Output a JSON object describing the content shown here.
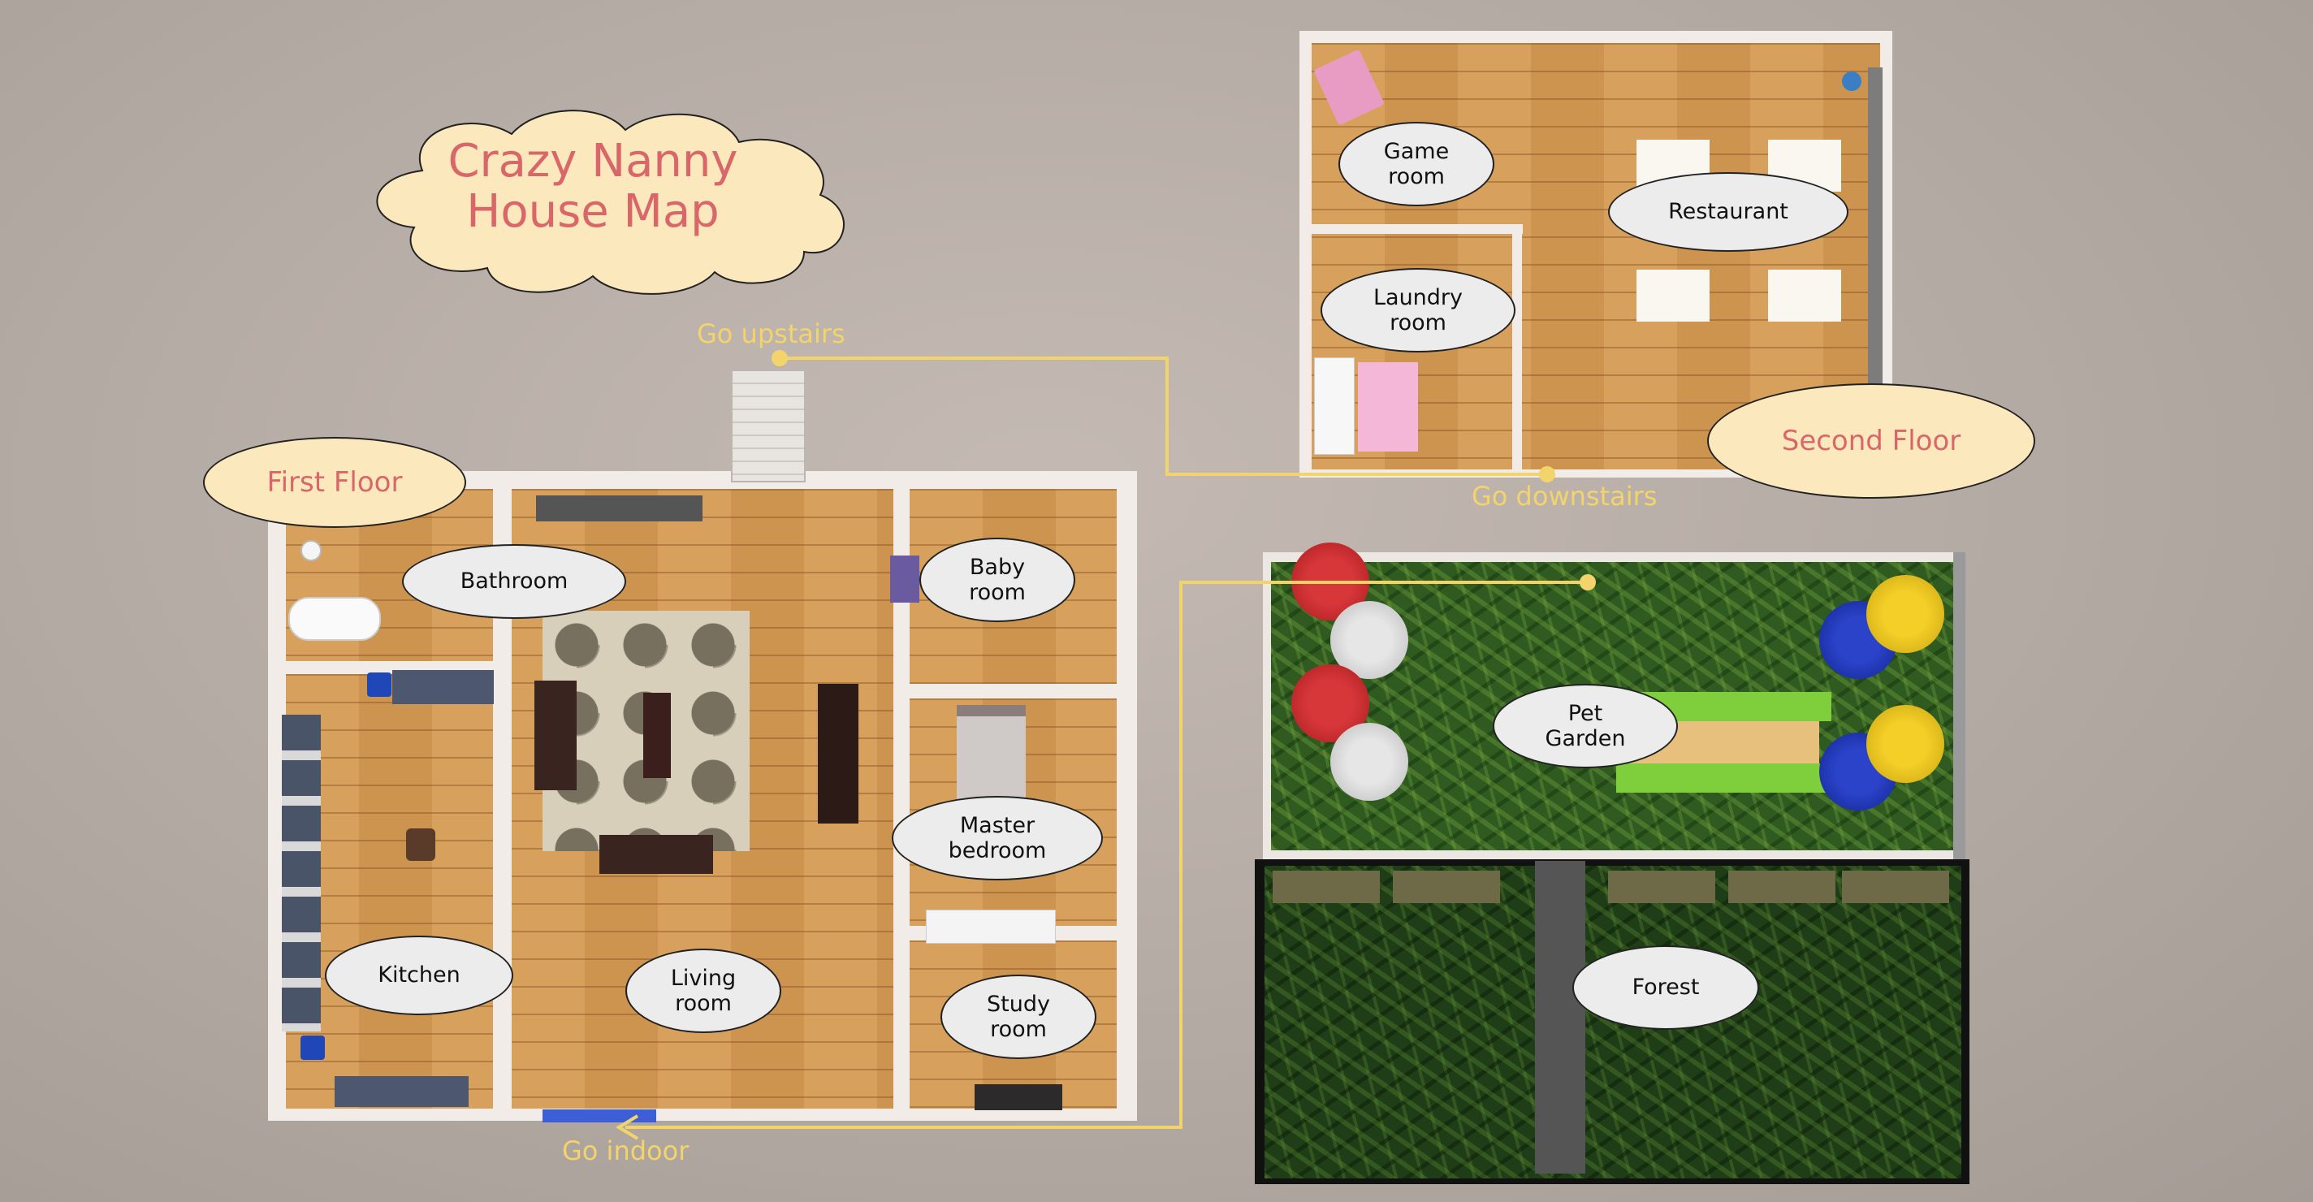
{
  "title": "Crazy Nanny\nHouse Map",
  "floors": {
    "first": "First Floor",
    "second": "Second Floor"
  },
  "rooms": {
    "bathroom": "Bathroom",
    "kitchen": "Kitchen",
    "living_room": "Living\nroom",
    "baby_room": "Baby\nroom",
    "master_bedroom": "Master\nbedroom",
    "study_room": "Study\nroom",
    "game_room": "Game\nroom",
    "laundry_room": "Laundry\nroom",
    "restaurant": "Restaurant",
    "pet_garden": "Pet\nGarden",
    "forest": "Forest"
  },
  "connections": {
    "go_upstairs": "Go upstairs",
    "go_downstairs": "Go downstairs",
    "go_indoor": "Go indoor"
  },
  "colors": {
    "title_text": "#d9676a",
    "cloud_fill": "#fbe8bd",
    "connector": "#f3d46b",
    "room_label_fill": "#ececec"
  }
}
